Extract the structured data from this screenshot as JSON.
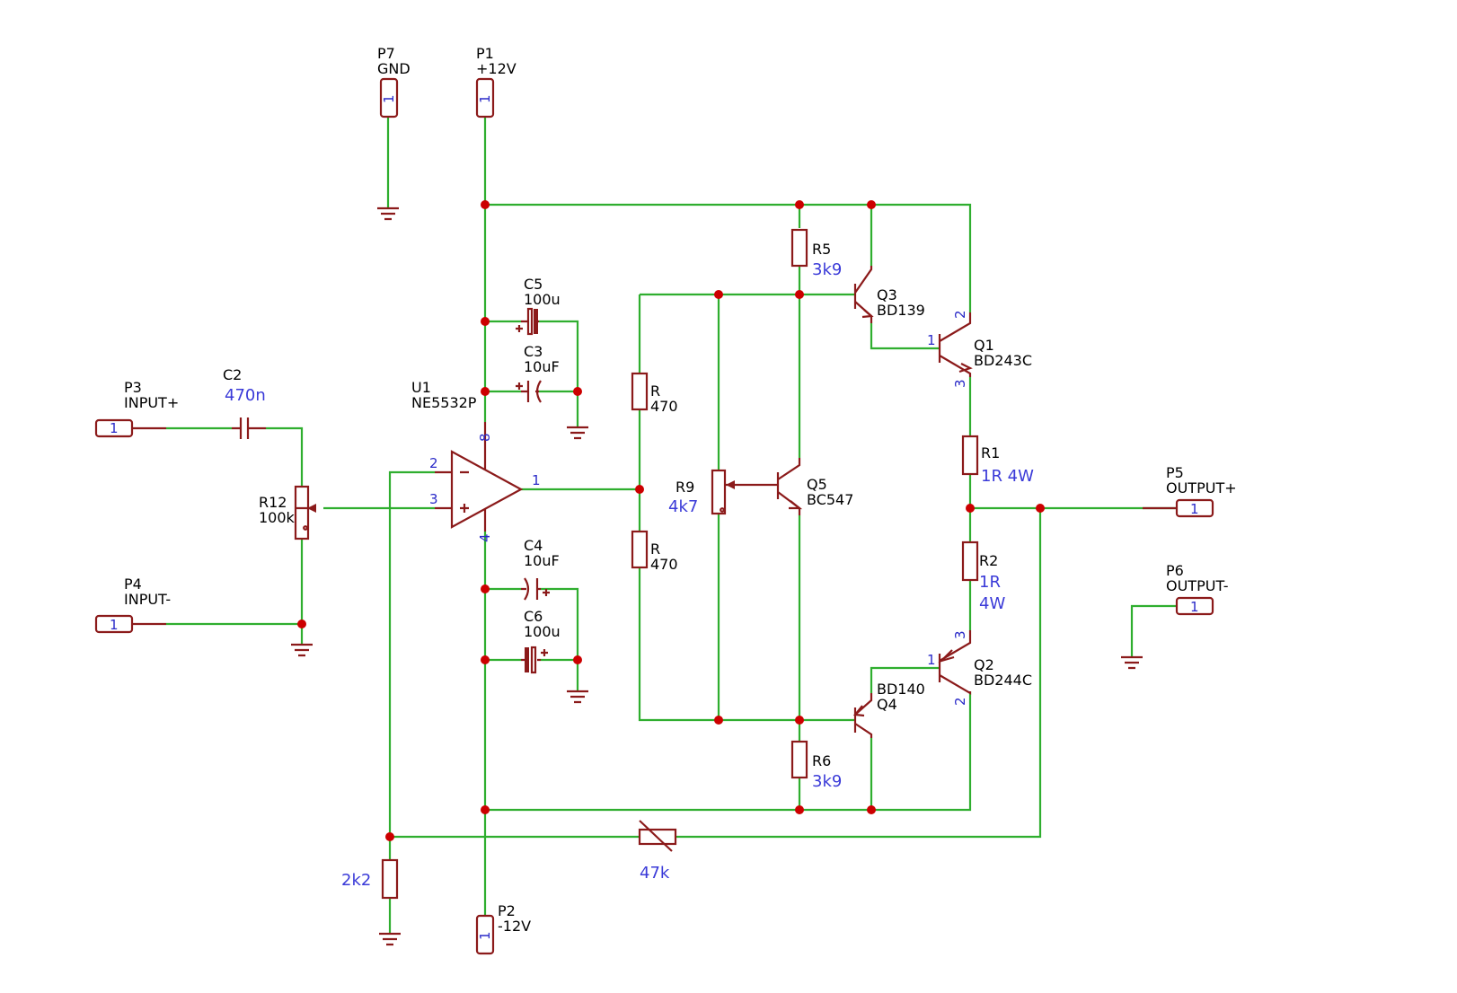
{
  "schematic": {
    "components": [
      {
        "ref": "P7",
        "value": "GND",
        "pin": "1"
      },
      {
        "ref": "P1",
        "value": "+12V",
        "pin": "1"
      },
      {
        "ref": "P2",
        "value": "-12V",
        "pin": "1"
      },
      {
        "ref": "P3",
        "value": "INPUT+",
        "pin": "1"
      },
      {
        "ref": "P4",
        "value": "INPUT-",
        "pin": "1"
      },
      {
        "ref": "P5",
        "value": "OUTPUT+",
        "pin": "1"
      },
      {
        "ref": "P6",
        "value": "OUTPUT-",
        "pin": "1"
      },
      {
        "ref": "C2",
        "value": "470n"
      },
      {
        "ref": "C5",
        "value": "100u"
      },
      {
        "ref": "C3",
        "value": "10uF"
      },
      {
        "ref": "C4",
        "value": "10uF"
      },
      {
        "ref": "C6",
        "value": "100u"
      },
      {
        "ref": "U1",
        "value": "NE5532P",
        "pins": [
          "8",
          "2",
          "3",
          "1",
          "4"
        ]
      },
      {
        "ref": "R12",
        "value": "100k"
      },
      {
        "ref": "R",
        "value": "470"
      },
      {
        "ref": "R",
        "value": "470"
      },
      {
        "ref": "R9",
        "value": "4k7"
      },
      {
        "ref": "R5",
        "value": "3k9"
      },
      {
        "ref": "R6",
        "value": "3k9"
      },
      {
        "ref": "Q3",
        "value": "BD139"
      },
      {
        "ref": "Q4",
        "value": "BD140"
      },
      {
        "ref": "Q5",
        "value": "BC547"
      },
      {
        "ref": "Q1",
        "value": "BD243C",
        "pins": [
          "2",
          "1",
          "3"
        ]
      },
      {
        "ref": "Q2",
        "value": "BD244C",
        "pins": [
          "3",
          "1",
          "2"
        ]
      },
      {
        "ref": "R1",
        "value": "1R  4W"
      },
      {
        "ref": "R2",
        "value": "1R",
        "value2": "4W"
      },
      {
        "ref": "",
        "value": "47k"
      },
      {
        "ref": "",
        "value": "2k2"
      }
    ],
    "colors": {
      "wire": "#2fae2f",
      "component": "#8b1a1a",
      "junction": "#cc0000",
      "value_text": "#3a3ad8",
      "pin_number": "#2a2ac8"
    }
  }
}
